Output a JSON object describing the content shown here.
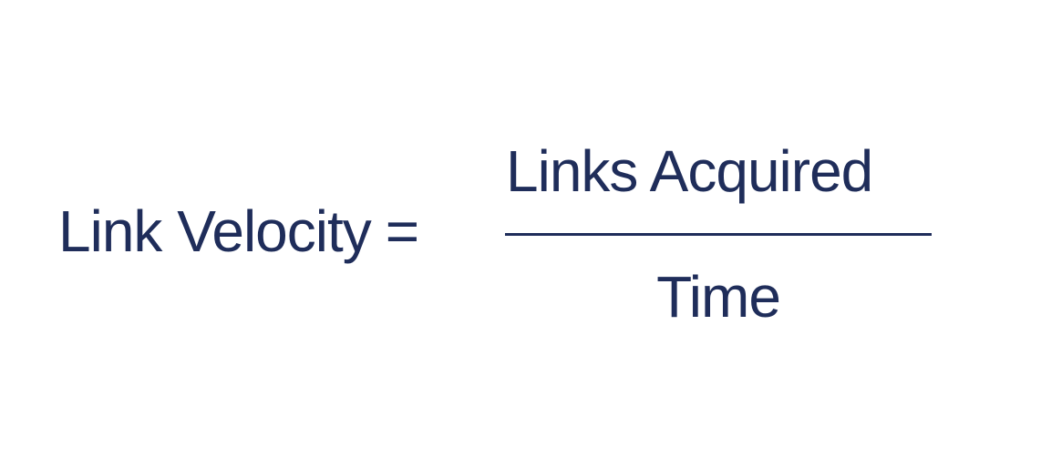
{
  "formula": {
    "lhs": "Link Velocity",
    "equals": "=",
    "numerator": "Links Acquired",
    "denominator": "Time"
  },
  "colors": {
    "text": "#1f2d5a",
    "background": "#ffffff"
  }
}
